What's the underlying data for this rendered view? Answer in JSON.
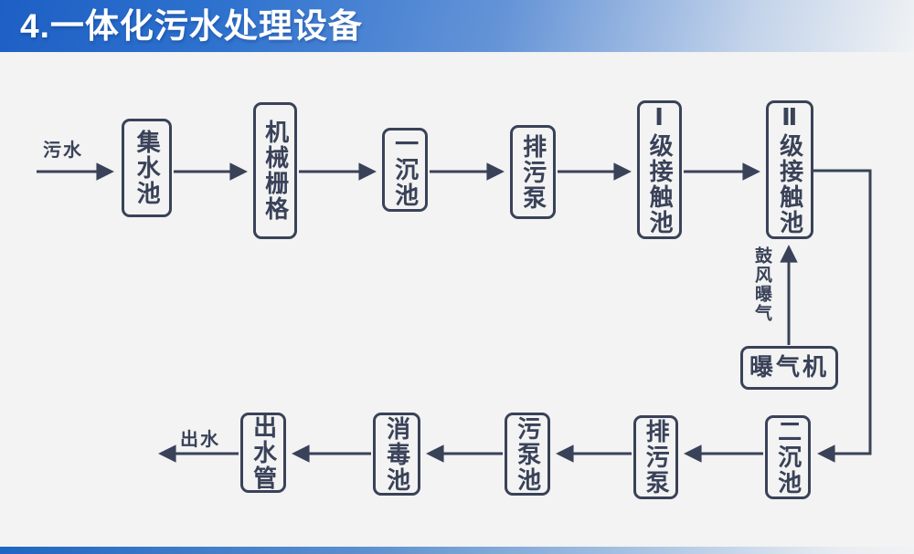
{
  "header": {
    "title": "4.一体化污水处理设备"
  },
  "flowchart": {
    "inflow_label": "污水",
    "outflow_label": "出水",
    "aeration_label": "鼓风曝气",
    "nodes": [
      {
        "id": "collection-tank",
        "label": "集水池"
      },
      {
        "id": "mechanical-screen",
        "label": "机械栅格"
      },
      {
        "id": "primary-sedimentation-tank",
        "label": "一沉池"
      },
      {
        "id": "sewage-pump-top",
        "label": "排污泵"
      },
      {
        "id": "stage1-contact-tank",
        "label": "Ⅰ级接触池"
      },
      {
        "id": "stage2-contact-tank",
        "label": "Ⅱ级接触池"
      },
      {
        "id": "aerator",
        "label": "曝气机"
      },
      {
        "id": "secondary-sedimentation-tank",
        "label": "二沉池"
      },
      {
        "id": "sewage-pump-bottom",
        "label": "排污泵"
      },
      {
        "id": "sludge-pump-tank",
        "label": "污泵池"
      },
      {
        "id": "disinfection-tank",
        "label": "消毒池"
      },
      {
        "id": "outlet-pipe",
        "label": "出水管"
      }
    ],
    "edges": [
      {
        "from": "污水",
        "to": "集水池"
      },
      {
        "from": "集水池",
        "to": "机械栅格"
      },
      {
        "from": "机械栅格",
        "to": "一沉池"
      },
      {
        "from": "一沉池",
        "to": "排污泵"
      },
      {
        "from": "排污泵",
        "to": "Ⅰ级接触池"
      },
      {
        "from": "Ⅰ级接触池",
        "to": "Ⅱ级接触池"
      },
      {
        "from": "Ⅱ级接触池",
        "to": "二沉池"
      },
      {
        "from": "曝气机",
        "to": "Ⅱ级接触池",
        "label": "鼓风曝气"
      },
      {
        "from": "二沉池",
        "to": "排污泵"
      },
      {
        "from": "排污泵",
        "to": "污泵池"
      },
      {
        "from": "污泵池",
        "to": "消毒池"
      },
      {
        "from": "消毒池",
        "to": "出水管"
      },
      {
        "from": "出水管",
        "to": "出水"
      }
    ],
    "colors": {
      "ink": "#3a4259",
      "header_blue": "#1d5fc4",
      "background": "#f2f3f2"
    }
  }
}
